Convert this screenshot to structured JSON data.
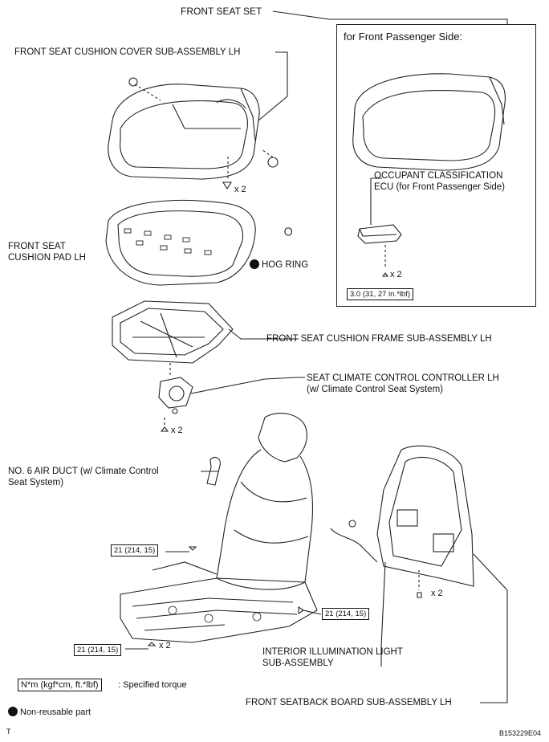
{
  "labels": {
    "front_seat_set": "FRONT SEAT SET",
    "cushion_cover": "FRONT SEAT CUSHION COVER SUB-ASSEMBLY LH",
    "cushion_pad": "FRONT SEAT\nCUSHION PAD LH",
    "hog_ring": "HOG RING",
    "cushion_frame": "FRONT SEAT CUSHION FRAME SUB-ASSEMBLY LH",
    "climate_controller": "SEAT CLIMATE CONTROL CONTROLLER LH\n(w/ Climate Control Seat System)",
    "air_duct": "NO. 6 AIR DUCT (w/ Climate Control\nSeat System)",
    "illumination_light": "INTERIOR ILLUMINATION LIGHT\nSUB-ASSEMBLY",
    "seatback_board": "FRONT SEATBACK BOARD SUB-ASSEMBLY LH"
  },
  "passenger_panel": {
    "title": "for Front Passenger Side:",
    "ecu_label": "OCCUPANT CLASSIFICATION\nECU (for Front Passenger Side)",
    "torque": "3.0 (31, 27 in.*lbf)",
    "qty": "x 2"
  },
  "torques": {
    "left_bolt": "21 (214, 15)",
    "right_bolt": "21 (214, 15)",
    "bottom_bolt": "21 (214, 15)"
  },
  "quantities": {
    "cover_clip": "x 2",
    "controller_screw": "x 2",
    "bottom_bolt": "x 2",
    "seatback_clip": "x 2"
  },
  "legend": {
    "torque_unit": "N*m (kgf*cm, ft.*lbf)",
    "torque_desc": ": Specified torque",
    "non_reusable": "Non-reusable part"
  },
  "corner": {
    "left": "T",
    "right": "B153229E04"
  }
}
